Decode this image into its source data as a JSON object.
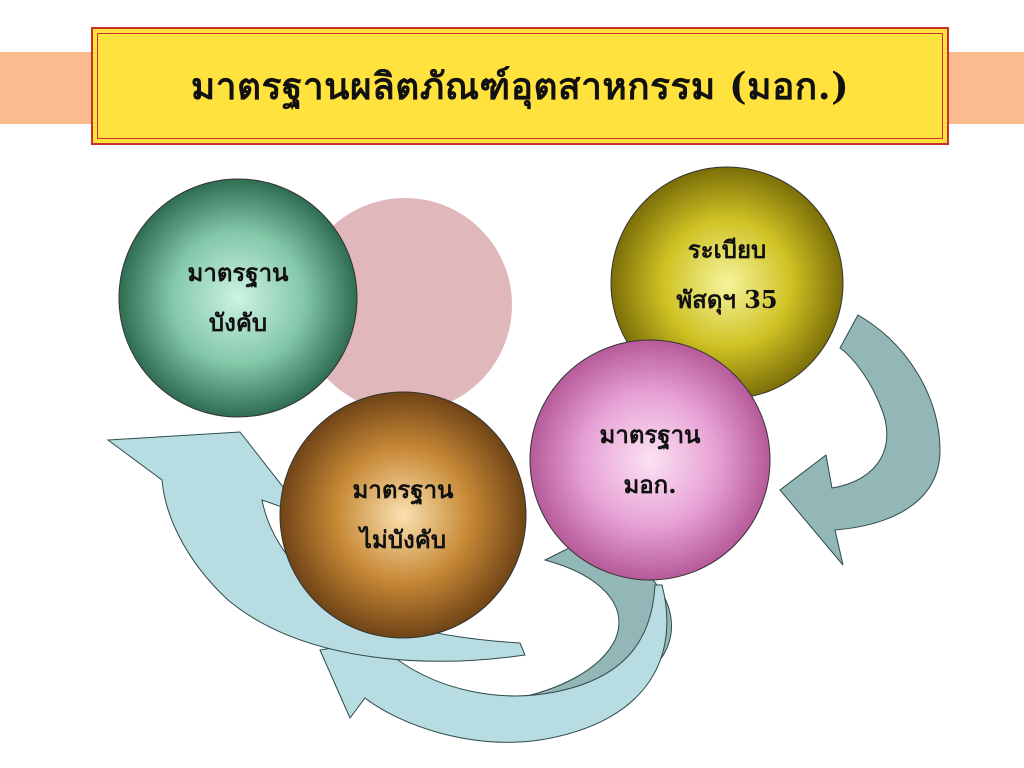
{
  "slide": {
    "title": "มาตรฐานผลิตภัณฑ์อุตสาหกรรม (มอก.)"
  },
  "circles": {
    "mandatory": {
      "line1": "มาตรฐาน",
      "line2": "บังคับ"
    },
    "regulation": {
      "line1": "ระเบียบ",
      "line2": "พัสดุฯ 35"
    },
    "tis": {
      "line1": "มาตรฐาน",
      "line2": "มอก."
    },
    "voluntary": {
      "line1": "มาตรฐาน",
      "line2": "ไม่บังคับ"
    }
  },
  "colors": {
    "band": "#fbbb8f",
    "title_fill": "#ffe23e",
    "title_border": "#c8322d",
    "arrow_light": "#b7dde3",
    "arrow_dark": "#93b6b6",
    "faded_circle": "#e0b8bb"
  }
}
